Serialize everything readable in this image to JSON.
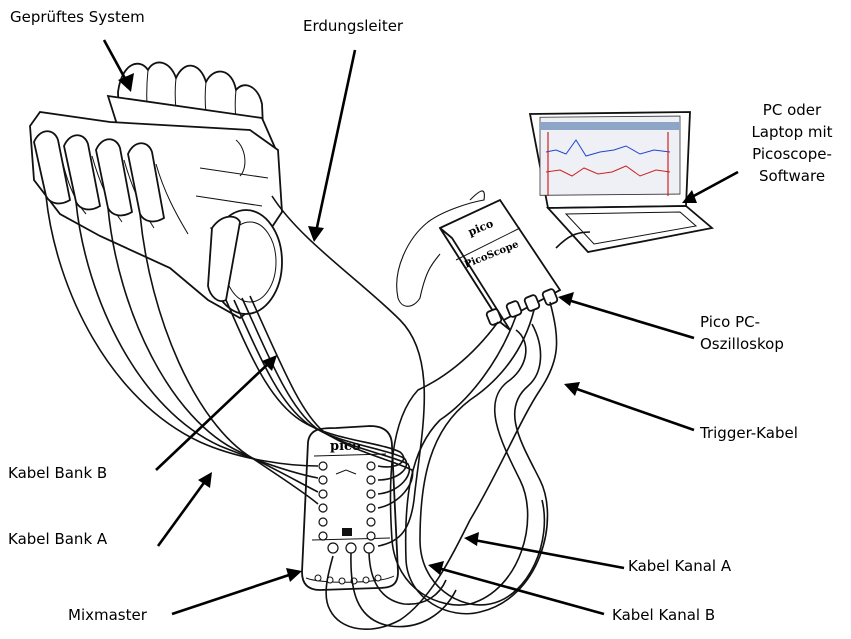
{
  "labels": {
    "system_under_test": "Geprüftes System",
    "ground_lead": "Erdungsleiter",
    "pc_line1": "PC oder",
    "pc_line2": "Laptop mit",
    "pc_line3": "Picoscope-",
    "pc_line4": "Software",
    "scope_line1": "Pico PC-",
    "scope_line2": "Oszilloskop",
    "trigger_cable": "Trigger-Kabel",
    "bank_b_cable": "Kabel Bank B",
    "bank_a_cable": "Kabel Bank A",
    "channel_a_cable": "Kabel Kanal A",
    "channel_b_cable": "Kabel Kanal B",
    "mixmaster": "Mixmaster"
  },
  "devices": {
    "scope_brand": "pico",
    "scope_name": "PicoScope",
    "mixmaster_brand": "pico"
  }
}
